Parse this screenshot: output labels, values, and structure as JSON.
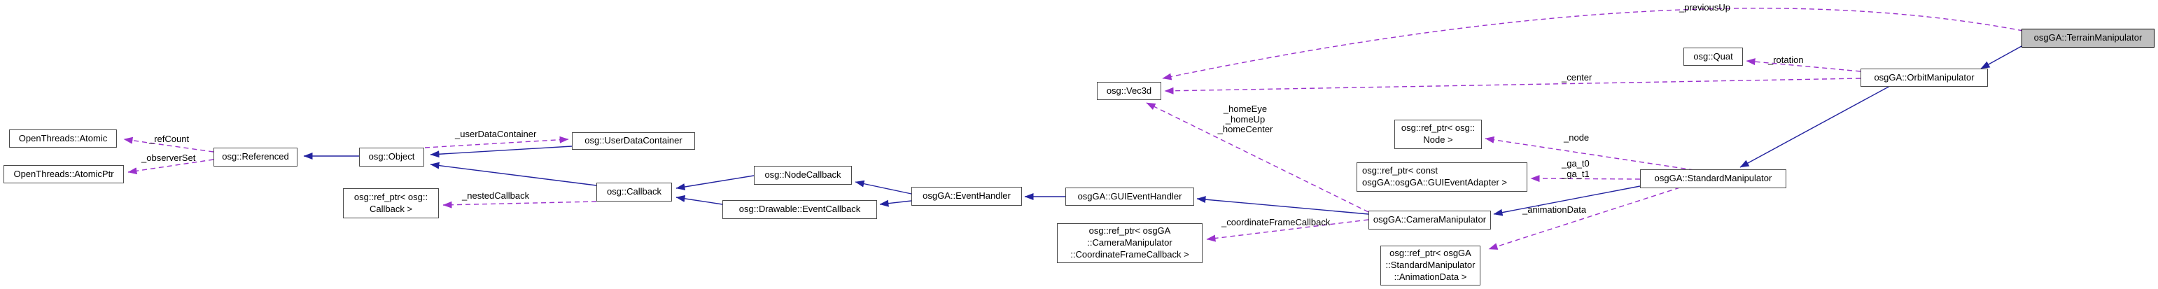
{
  "diagram": {
    "kind": "collaboration-graph",
    "main_class": "osgGA::TerrainManipulator",
    "colors": {
      "inheritance_edge": "#23239f",
      "usage_edge": "#9a32cd",
      "node_border": "#4a4a4a",
      "node_fill": "#ffffff",
      "highlight_fill": "#bfbfbf",
      "text": "#000000"
    },
    "nodes": [
      {
        "id": "openthreads-atomic",
        "label": "OpenThreads::Atomic"
      },
      {
        "id": "openthreads-atomicptr",
        "label": "OpenThreads::AtomicPtr"
      },
      {
        "id": "osg-referenced",
        "label": "osg::Referenced"
      },
      {
        "id": "osg-object",
        "label": "osg::Object"
      },
      {
        "id": "osg-userdatacontainer",
        "label": "osg::UserDataContainer"
      },
      {
        "id": "ref-ptr-callback",
        "label": "osg::ref_ptr< osg::\nCallback >"
      },
      {
        "id": "osg-callback",
        "label": "osg::Callback"
      },
      {
        "id": "osg-nodecallback",
        "label": "osg::NodeCallback"
      },
      {
        "id": "osg-drawable-eventcallback",
        "label": "osg::Drawable::EventCallback"
      },
      {
        "id": "osgga-eventhandler",
        "label": "osgGA::EventHandler"
      },
      {
        "id": "osgga-guieventhandler",
        "label": "osgGA::GUIEventHandler"
      },
      {
        "id": "ref-ptr-coordinateframecallback",
        "label": "osg::ref_ptr< osgGA\n::CameraManipulator\n::CoordinateFrameCallback >"
      },
      {
        "id": "osg-vec3d",
        "label": "osg::Vec3d"
      },
      {
        "id": "ref-ptr-node",
        "label": "osg::ref_ptr< osg::\nNode >"
      },
      {
        "id": "ref-ptr-guieventadapter",
        "label": "osg::ref_ptr< const\nosgGA::osgGA::GUIEventAdapter >"
      },
      {
        "id": "osgga-cameramanipulator",
        "label": "osgGA::CameraManipulator"
      },
      {
        "id": "ref-ptr-animationdata",
        "label": "osg::ref_ptr< osgGA\n::StandardManipulator\n::AnimationData >"
      },
      {
        "id": "osgga-standardmanipulator",
        "label": "osgGA::StandardManipulator"
      },
      {
        "id": "osg-quat",
        "label": "osg::Quat"
      },
      {
        "id": "osgga-orbitmanipulator",
        "label": "osgGA::OrbitManipulator"
      },
      {
        "id": "osgga-terrainmanipulator",
        "label": "osgGA::TerrainManipulator"
      }
    ],
    "edge_labels": {
      "refCount": "_refCount",
      "observerSet": "_observerSet",
      "userDataContainer": "_userDataContainer",
      "nestedCallback": "_nestedCallback",
      "home": "_homeEye\n_homeUp\n_homeCenter",
      "coordinateFrameCallback": "_coordinateFrameCallback",
      "node": "_node",
      "ga": "_ga_t0\n_ga_t1",
      "animationData": "_animationData",
      "center": "_center",
      "rotation": "_rotation",
      "previousUp": "_previousUp"
    }
  }
}
